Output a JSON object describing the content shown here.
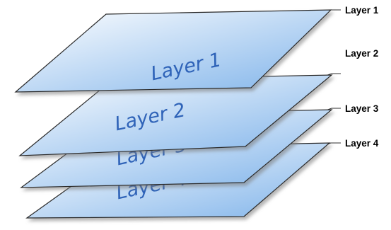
{
  "colors": {
    "plane_light": "#ffffff",
    "plane_dark": "#7fb3ea",
    "plane_text": "#2f63b8",
    "outline": "#2a2a2a",
    "shadow": "#7a7a7a"
  },
  "layers": [
    {
      "plane_label": "Layer 4",
      "side_label": "Layer 4"
    },
    {
      "plane_label": "Layer 3",
      "side_label": "Layer 3"
    },
    {
      "plane_label": "Layer 2",
      "side_label": "Layer 2"
    },
    {
      "plane_label": "Layer 1",
      "side_label": "Layer 1"
    }
  ]
}
